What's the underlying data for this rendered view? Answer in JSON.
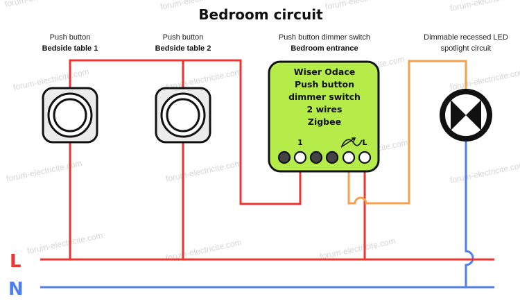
{
  "title": "Bedroom circuit",
  "devices": {
    "button1": {
      "type": "Push button",
      "location": "Bedside table 1"
    },
    "button2": {
      "type": "Push button",
      "location": "Bedside table 2"
    },
    "dimmer": {
      "type": "Push button dimmer switch",
      "location": "Bedroom entrance",
      "label_lines": [
        "Wiser Odace",
        "Push button",
        "dimmer switch",
        "2 wires",
        "Zigbee"
      ],
      "terminal_1": "1",
      "terminal_L": "L"
    },
    "lamp": {
      "line1": "Dimmable recessed LED",
      "line2": "spotlight circuit"
    }
  },
  "rails": {
    "line": "L",
    "neutral": "N"
  },
  "watermark": "forum-electricite.com",
  "colors": {
    "phase": "#ee3333",
    "neutral": "#4f7ef0",
    "output": "#f5a04a",
    "module": "#b6ec4a"
  }
}
